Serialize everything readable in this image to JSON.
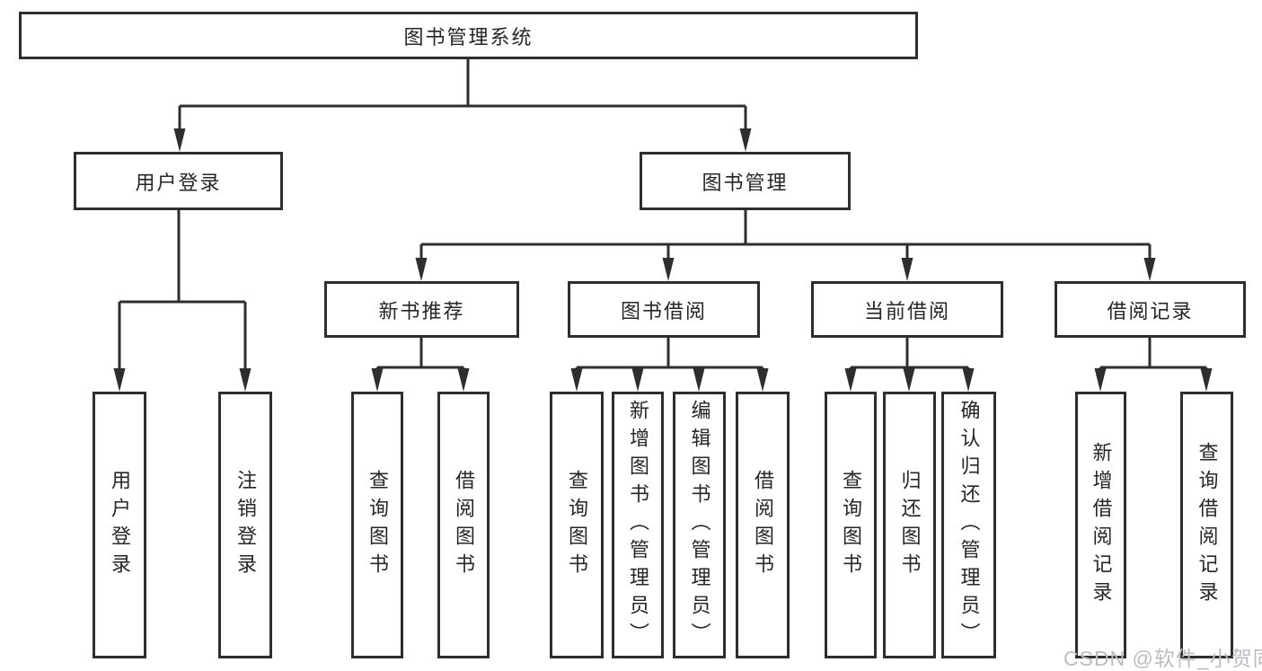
{
  "diagram": {
    "root": {
      "label": "图书管理系统"
    },
    "branches": [
      {
        "label": "用户登录",
        "children": [
          {
            "label": "用户登录"
          },
          {
            "label": "注销登录"
          }
        ]
      },
      {
        "label": "图书管理",
        "sections": [
          {
            "label": "新书推荐",
            "children": [
              {
                "label": "查询图书"
              },
              {
                "label": "借阅图书"
              }
            ]
          },
          {
            "label": "图书借阅",
            "children": [
              {
                "label": "查询图书"
              },
              {
                "label": "新增图书（管理员）"
              },
              {
                "label": "编辑图书（管理员）"
              },
              {
                "label": "借阅图书"
              }
            ]
          },
          {
            "label": "当前借阅",
            "children": [
              {
                "label": "查询图书"
              },
              {
                "label": "归还图书"
              },
              {
                "label": "确认归还（管理员）"
              }
            ]
          },
          {
            "label": "借阅记录",
            "children": [
              {
                "label": "新增借阅记录"
              },
              {
                "label": "查询借阅记录"
              }
            ]
          }
        ]
      }
    ]
  },
  "watermark": {
    "text": "CSDN @软件_小贺同学"
  },
  "colors": {
    "line": "#2e2e2e",
    "text": "#262626",
    "watermark": "#b9bdc2",
    "background": "#ffffff"
  }
}
